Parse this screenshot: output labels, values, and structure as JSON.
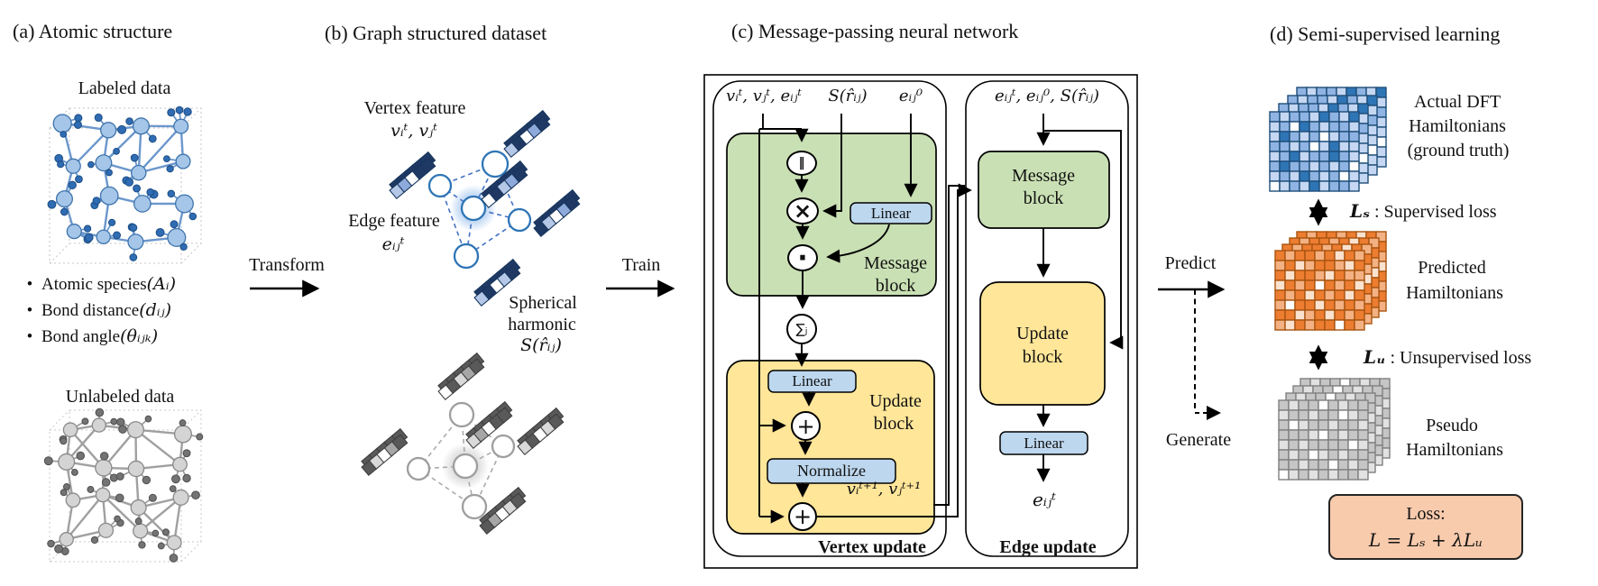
{
  "panel_a": {
    "title": "(a) Atomic structure",
    "labeled_caption": "Labeled data",
    "unlabeled_caption": "Unlabeled data",
    "bullets": [
      {
        "label": "Atomic species ",
        "math": "(Aᵢ)"
      },
      {
        "label": "Bond distance ",
        "math": "(dᵢⱼ)"
      },
      {
        "label": "Bond angle ",
        "math": "(θᵢⱼₖ)"
      }
    ]
  },
  "flow": {
    "transform_label": "Transform",
    "train_label": "Train",
    "predict_label": "Predict",
    "generate_label": "Generate"
  },
  "panel_b": {
    "title": "(b) Graph structured dataset",
    "vertex_feature_label": "Vertex feature",
    "vertex_feature_math": "vᵢᵗ, vⱼᵗ",
    "edge_feature_label": "Edge feature",
    "edge_feature_math": "eᵢⱼᵗ",
    "spherical_line1": "Spherical",
    "spherical_line2": "harmonic",
    "spherical_math": "S(r̂ᵢⱼ)"
  },
  "panel_c": {
    "title": "(c) Message-passing neural network",
    "vertex_update": {
      "inputs_math": "vᵢᵗ, vⱼᵗ, eᵢⱼᵗ",
      "spherical_math": "S(r̂ᵢⱼ)",
      "edge0_math": "eᵢⱼ⁰",
      "op_concat": "‖",
      "op_multiply": "×",
      "op_dot": "·",
      "op_sum": "∑ⱼ",
      "op_plus": "+",
      "linear_label": "Linear",
      "message_line1": "Message",
      "message_line2": "block",
      "normalize_label": "Normalize",
      "update_line1": "Update",
      "update_line2": "block",
      "output_math": "vᵢᵗ⁺¹, vⱼᵗ⁺¹",
      "footer": "Vertex update"
    },
    "edge_update": {
      "inputs_math": "eᵢⱼᵗ, eᵢⱼ⁰, S(r̂ᵢⱼ)",
      "message_line1": "Message",
      "message_line2": "block",
      "update_line1": "Update",
      "update_line2": "block",
      "linear_label": "Linear",
      "output_math": "eᵢⱼᵗ",
      "footer": "Edge update"
    }
  },
  "panel_d": {
    "title": "(d) Semi-supervised learning",
    "actual_line1": "Actual DFT",
    "actual_line2": "Hamiltonians",
    "actual_line3": "(ground truth)",
    "supervised_math": "Lₛ",
    "supervised_text": " : Supervised loss",
    "predicted_line1": "Predicted",
    "predicted_line2": "Hamiltonians",
    "unsupervised_math": "Lᵤ",
    "unsupervised_text": " : Unsupervised loss",
    "pseudo_line1": "Pseudo",
    "pseudo_line2": "Hamiltonians",
    "loss_title": "Loss:",
    "loss_formula": "L = Lₛ + λLᵤ",
    "matrices": {
      "blue": {
        "border": "#1f4e79",
        "palette": [
          "#ffffff",
          "#c5d7f2",
          "#8fb4e3",
          "#2e75b6"
        ],
        "pattern": [
          [
            2,
            1,
            2,
            2,
            1,
            3,
            2,
            1,
            3
          ],
          [
            1,
            2,
            0,
            3,
            2,
            1,
            2,
            2,
            1
          ],
          [
            1,
            3,
            2,
            1,
            2,
            0,
            1,
            2,
            2
          ],
          [
            2,
            2,
            1,
            2,
            0,
            1,
            3,
            1,
            1
          ],
          [
            1,
            2,
            3,
            1,
            2,
            2,
            3,
            2,
            1
          ],
          [
            2,
            3,
            2,
            2,
            1,
            2,
            1,
            2,
            0
          ],
          [
            1,
            2,
            1,
            3,
            2,
            1,
            2,
            0,
            1
          ],
          [
            0,
            1,
            2,
            1,
            3,
            1,
            2,
            2,
            1
          ]
        ]
      },
      "orange": {
        "border": "#a85410",
        "palette": [
          "#ffffff",
          "#fbe2cf",
          "#f4b183",
          "#ed7d31"
        ],
        "pattern": [
          [
            3,
            2,
            3,
            3,
            2,
            3,
            1,
            3,
            2
          ],
          [
            2,
            3,
            1,
            2,
            3,
            3,
            2,
            1,
            3
          ],
          [
            3,
            1,
            3,
            3,
            2,
            1,
            3,
            2,
            2
          ],
          [
            1,
            3,
            2,
            3,
            0,
            3,
            2,
            3,
            1
          ],
          [
            3,
            2,
            3,
            1,
            3,
            2,
            3,
            1,
            3
          ],
          [
            2,
            0,
            3,
            3,
            1,
            3,
            2,
            3,
            2
          ],
          [
            3,
            3,
            1,
            2,
            3,
            1,
            3,
            2,
            3
          ],
          [
            2,
            1,
            3,
            2,
            3,
            3,
            0,
            3,
            2
          ]
        ]
      },
      "gray": {
        "border": "#808080",
        "palette": [
          "#ffffff",
          "#e2e2e2",
          "#c6c6c6",
          "#a6a6a6"
        ],
        "pattern": [
          [
            2,
            1,
            2,
            2,
            0,
            2,
            1,
            2,
            2
          ],
          [
            1,
            2,
            2,
            1,
            2,
            2,
            0,
            1,
            2
          ],
          [
            2,
            0,
            1,
            2,
            2,
            1,
            2,
            2,
            1
          ],
          [
            2,
            2,
            2,
            1,
            0,
            2,
            1,
            2,
            2
          ],
          [
            1,
            2,
            1,
            2,
            2,
            2,
            2,
            0,
            1
          ],
          [
            2,
            1,
            2,
            0,
            1,
            2,
            1,
            2,
            2
          ],
          [
            2,
            2,
            1,
            2,
            2,
            0,
            2,
            1,
            2
          ],
          [
            0,
            1,
            2,
            1,
            2,
            1,
            2,
            2,
            1
          ]
        ]
      }
    }
  },
  "block_colors": {
    "message_green": "#c9e0b4",
    "update_yellow": "#ffe699",
    "linear_blue": "#bdd7ee",
    "loss_peach": "#f8cbad"
  },
  "illustration_colors": {
    "crystal_blue": {
      "big": "#a5c6e8",
      "big_stroke": "#3f74ad",
      "small": "#2f6cb3",
      "small_stroke": "#1d4e85",
      "bond": "#6b97cc",
      "cube": "#c4c4c4"
    },
    "crystal_gray": {
      "big": "#d4d4d4",
      "big_stroke": "#8a8a8a",
      "small": "#737373",
      "small_stroke": "#4f4f4f",
      "bond": "#a0a0a0",
      "cube": "#c9c9c9"
    },
    "graph_blue": {
      "node_stroke": "#2e75b6",
      "edge": "#4472c4",
      "glow": "#82b1e8",
      "bar_stroke": "#17365d",
      "bar_palette": [
        "#ffffff",
        "#b4c7e7",
        "#8eaadb",
        "#1f3864"
      ]
    },
    "graph_gray": {
      "node_stroke": "#9e9e9e",
      "edge": "#ababab",
      "glow": "#c6c6c6",
      "bar_stroke": "#3f3f3f",
      "bar_palette": [
        "#ffffff",
        "#d9d9d9",
        "#a6a6a6",
        "#595959"
      ]
    }
  }
}
